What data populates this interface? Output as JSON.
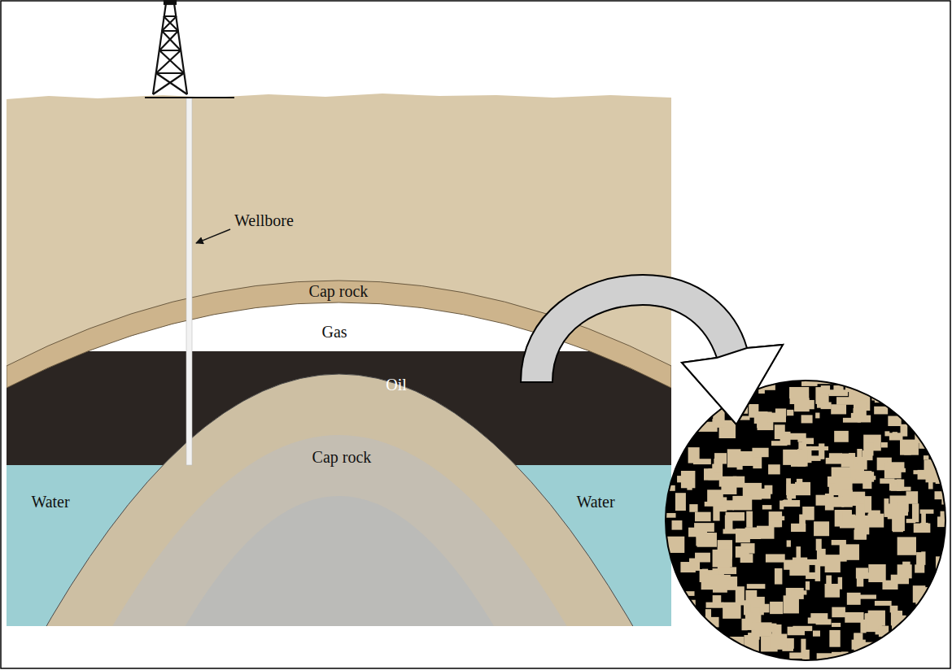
{
  "diagram": {
    "labels": [
      "Wellbore",
      "Cap rock",
      "Gas",
      "Oil",
      "Cap rock",
      "Water",
      "Water"
    ]
  }
}
